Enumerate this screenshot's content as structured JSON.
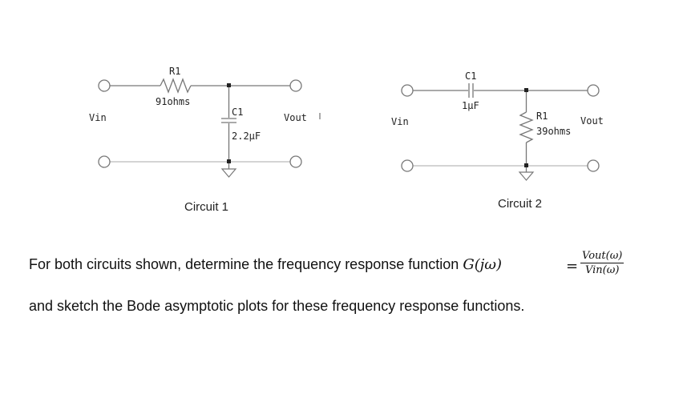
{
  "circuit1": {
    "resistor_label": "R1",
    "resistor_value": "91ohms",
    "capacitor_label": "C1",
    "capacitor_value": "2.2μF",
    "input_label": "Vin",
    "output_label": "Vout",
    "caption": "Circuit 1"
  },
  "circuit2": {
    "capacitor_label": "C1",
    "capacitor_value": "1μF",
    "resistor_label": "R1",
    "resistor_value": "39ohms",
    "input_label": "Vin",
    "output_label": "Vout",
    "caption": "Circuit 2"
  },
  "question": {
    "line1": "For both circuits shown, determine the frequency response function",
    "function_symbol": "G(jω)",
    "equals": "=",
    "numerator": "Vout(ω)",
    "denominator": "Vin(ω)",
    "line2": "and sketch the Bode asymptotic plots for these frequency response functions."
  }
}
